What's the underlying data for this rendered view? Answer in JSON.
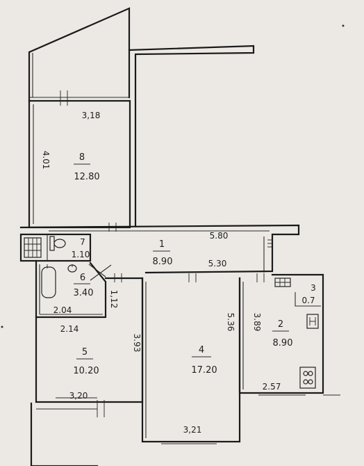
{
  "rooms": [
    {
      "number": "8",
      "area": "12.80"
    },
    {
      "number": "1",
      "area": "8.90"
    },
    {
      "number": "6",
      "area": "3.40"
    },
    {
      "number": "5",
      "area": "10.20"
    },
    {
      "number": "4",
      "area": "17.20"
    },
    {
      "number": "2",
      "area": "8.90"
    },
    {
      "number": "3",
      "area": "0.7"
    },
    {
      "number": "7",
      "area": "1.10"
    }
  ],
  "dimensions": [
    "3,18",
    "4.01",
    "5.80",
    "5.30",
    "2.04",
    "2.14",
    "1,12",
    "3.93",
    "5.36",
    "3.89",
    "2.57",
    "3,20",
    "3,21"
  ]
}
